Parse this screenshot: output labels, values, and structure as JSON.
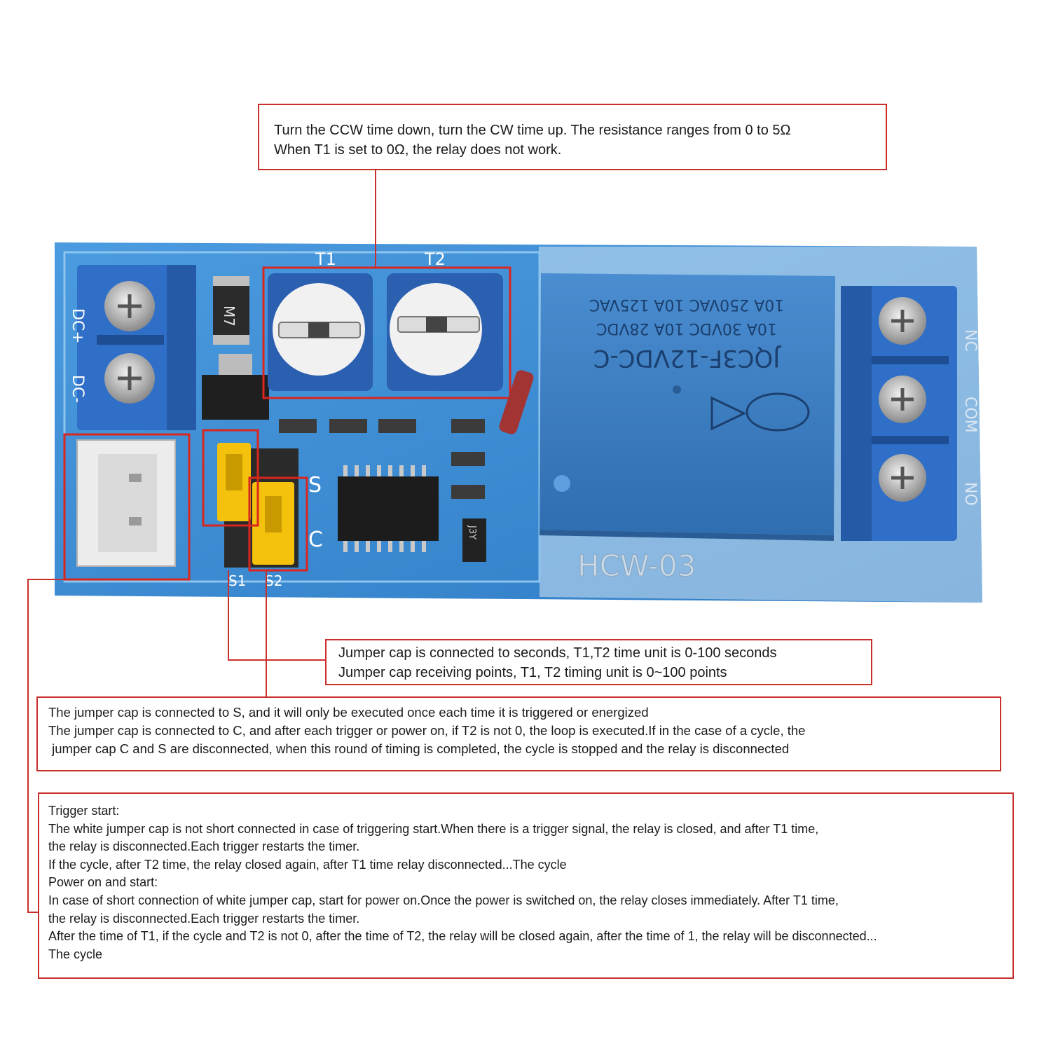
{
  "colors": {
    "callout_border": "#c9302c",
    "pcb": "#3f8fd4",
    "relay": "#3d7fc2",
    "terminal": "#2f6fc8",
    "jumper": "#f4c20d"
  },
  "board": {
    "model": "HCW-03",
    "relay_marking": [
      "JQC3F-12VDC-C",
      "10A 30VDC 10A 28VDC",
      "10A 250VAC 10A 125VAC"
    ],
    "pot_labels": [
      "T1",
      "T2"
    ],
    "power_labels": [
      "DC+",
      "DC-"
    ],
    "output_labels": [
      "NC",
      "COM",
      "NO"
    ],
    "jumper_labels": [
      "S1",
      "S2"
    ],
    "mode_labels": [
      "S",
      "C"
    ],
    "diode_label": "M7",
    "transistor_label": "J3Y"
  },
  "callouts": {
    "pot": {
      "lines": [
        "Turn the CCW time down, turn the CW time up. The resistance ranges from 0 to 5Ω",
        "When T1 is set to 0Ω, the relay does not work."
      ]
    },
    "unit": {
      "lines": [
        "Jumper cap is connected to seconds, T1,T2 time unit is 0-100 seconds",
        "Jumper cap receiving points, T1, T2 timing unit is 0~100 points"
      ]
    },
    "cycle": {
      "lines": [
        "The jumper cap is connected to S, and it will only be executed once each time it is triggered or energized",
        "The jumper cap is connected to C, and after each trigger or power on, if T2 is not 0, the loop is executed.If in the case of a cycle, the",
        " jumper cap C and S are disconnected, when this round of timing is completed, the cycle is stopped and the relay is disconnected"
      ]
    },
    "trigger": {
      "lines": [
        "Trigger start:",
        "The white jumper cap is not short connected in case of triggering start.When there is a trigger signal, the relay is closed, and after T1 time,",
        "the relay is disconnected.Each trigger restarts the timer.",
        "If the cycle, after T2 time, the relay closed again, after T1 time relay disconnected...The cycle",
        "Power on and start:",
        "In case of short connection of white jumper cap, start for power on.Once the power is switched on, the relay closes immediately. After T1 time,",
        "the relay is disconnected.Each trigger restarts the timer.",
        "After the time of T1, if the cycle and T2 is not 0, after the time of T2, the relay will be closed again, after the time of 1, the relay will be disconnected...",
        "The cycle"
      ]
    }
  }
}
